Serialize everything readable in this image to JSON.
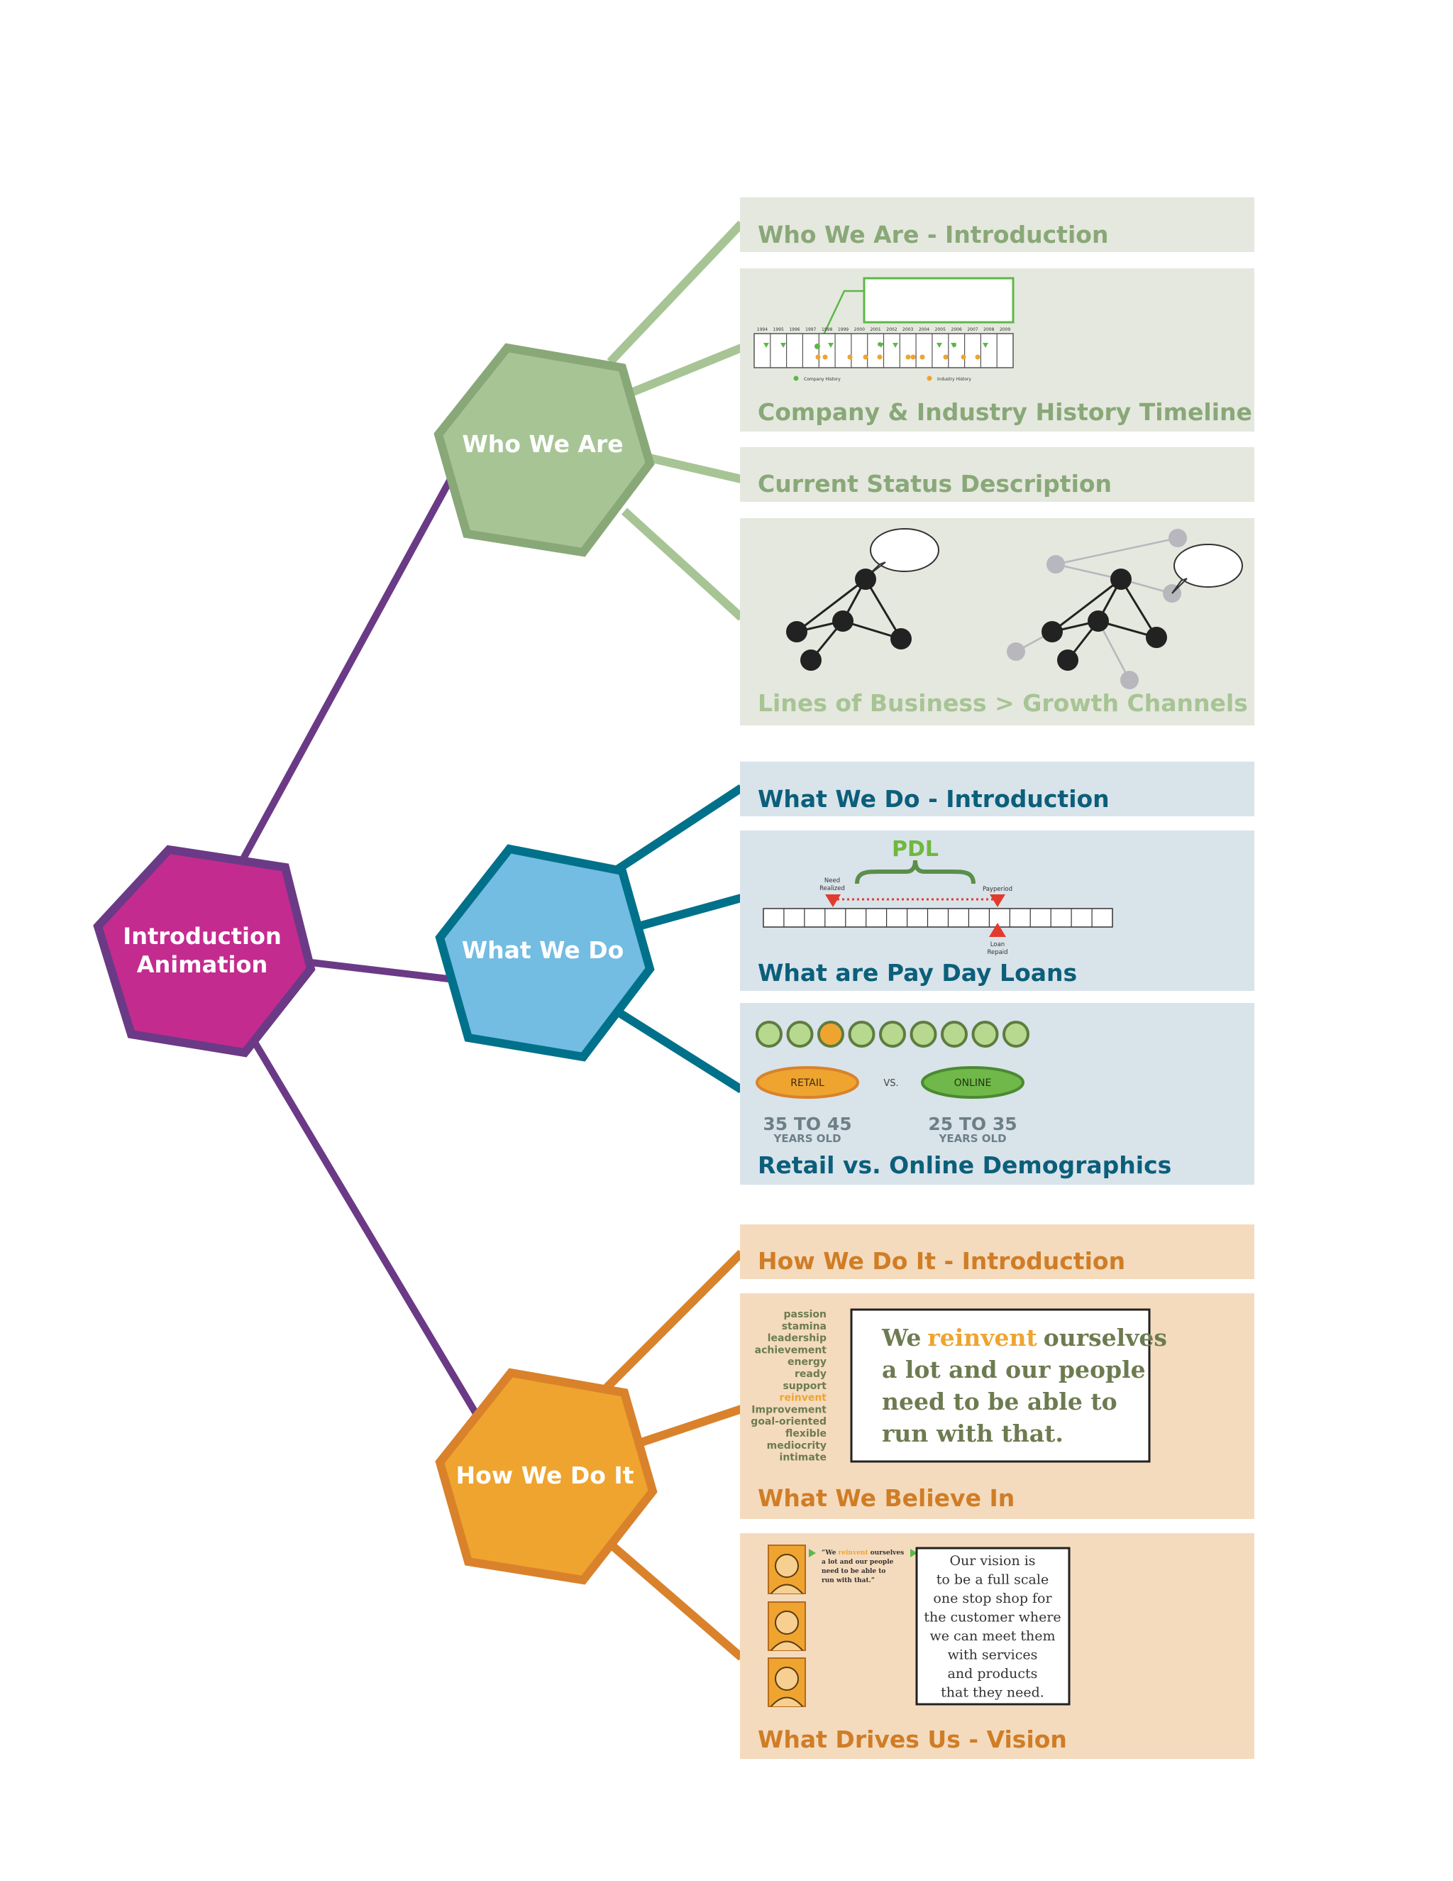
{
  "root": {
    "label_line1": "Introduction",
    "label_line2": "Animation"
  },
  "colors": {
    "purple": "#6b3a86",
    "magenta": "#c42b8f",
    "green": "#a7c495",
    "green_dark": "#89a878",
    "green_text": "#89a878",
    "green_panel": "#e5e8de",
    "blue": "#73bce2",
    "teal": "#00718a",
    "blue_text": "#0b5f7a",
    "blue_panel": "#d9e3ea",
    "orange": "#efa42f",
    "orange_dark": "#d9822b",
    "orange_text": "#d07d26",
    "orange_panel": "#f4dbbe",
    "olive": "#6d7b50"
  },
  "who": {
    "hex_label": "Who We Are",
    "p1_title": "Who We Are - Introduction",
    "p2_title": "Company & Industry History Timeline",
    "p2_years": [
      "1994",
      "1995",
      "1996",
      "1997",
      "1998",
      "1999",
      "2000",
      "2001",
      "2002",
      "2003",
      "2004",
      "2005",
      "2006",
      "2007",
      "2008",
      "2009"
    ],
    "p2_legend_a": "Company History",
    "p2_legend_b": "Industry History",
    "p3_title": "Current Status Description",
    "p4_title": "Lines of Business > Growth Channels"
  },
  "what": {
    "hex_label": "What We Do",
    "p1_title": "What We Do - Introduction",
    "p2_title": "What are Pay Day Loans",
    "p2_pdl": "PDL",
    "p2_need_1": "Need",
    "p2_need_2": "Realized",
    "p2_payperiod": "Payperiod",
    "p2_loan_1": "Loan",
    "p2_loan_2": "Repaid",
    "p3_title": "Retail vs. Online Demographics",
    "p3_retail": "RETAIL",
    "p3_vs": "VS.",
    "p3_online": "ONLINE",
    "p3_retail_age": "35 TO 45",
    "p3_online_age": "25 TO 35",
    "p3_years_old": "YEARS OLD"
  },
  "how": {
    "hex_label": "How We Do It",
    "p1_title": "How We Do It - Introduction",
    "p2_title": "What We Believe In",
    "p2_words": [
      "passion",
      "stamina",
      "leadership",
      "achievement",
      "energy",
      "ready",
      "support",
      "reinvent",
      "Improvement",
      "goal-oriented",
      "flexible",
      "mediocrity",
      "intimate"
    ],
    "p2_quote_we": "We",
    "p2_quote_reinvent": "reinvent",
    "p2_quote_rest1": "ourselves",
    "p2_quote_line2": "a lot and our people",
    "p2_quote_line3": "need to be able to",
    "p2_quote_line4": "run with that.",
    "p3_title": "What Drives Us - Vision",
    "p3_small_1a": "“We",
    "p3_small_1b": "reinvent",
    "p3_small_1c": "ourselves",
    "p3_small_2": "a lot and our people",
    "p3_small_3": "need to be able to",
    "p3_small_4": "run with that.”",
    "p3_vision": [
      "Our vision is",
      "to be a full scale",
      "one stop shop for",
      "the customer where",
      "we can meet them",
      "with services",
      "and products",
      "that they need."
    ]
  }
}
